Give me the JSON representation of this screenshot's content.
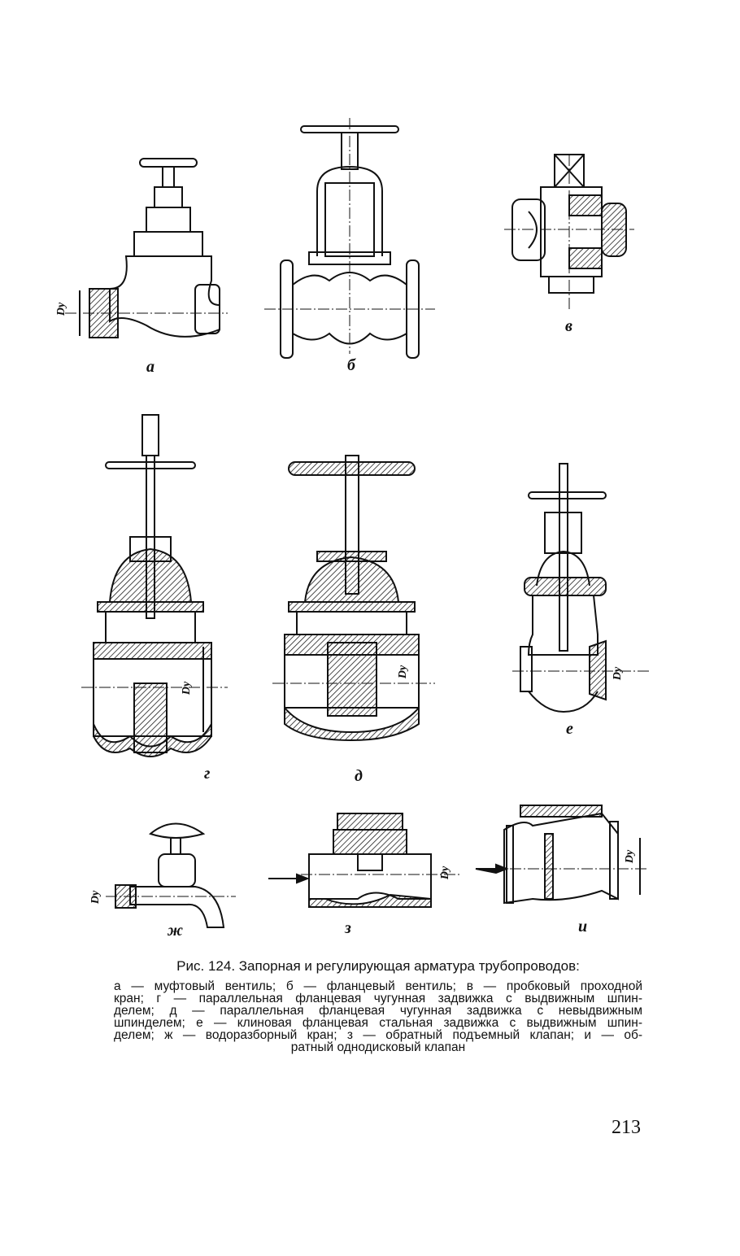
{
  "figure": {
    "labels": {
      "a": "а",
      "b": "б",
      "v": "в",
      "g": "г",
      "d": "д",
      "e": "е",
      "zh": "ж",
      "z": "з",
      "i": "и"
    },
    "dimension_label": "Dу"
  },
  "caption": {
    "title": "Рис. 124. Запорная и регулирующая арматура трубопроводов:",
    "lines": [
      "а — муфтовый вентиль;   б — фланцевый вентиль;   в — пробковый проходной",
      "кран; г — параллельная фланцевая чугунная задвижка с выдвижным шпин-",
      "делем; д — параллельная фланцевая  чугунная задвижка с невыдвижным",
      "шпинделем; е — клиновая фланцевая стальная задвижка с выдвижным шпин-",
      "делем; ж — водоразборный кран; з — обратный подъемный клапан; и — об-",
      "ратный однодисковый клапан"
    ]
  },
  "page_number": "213"
}
